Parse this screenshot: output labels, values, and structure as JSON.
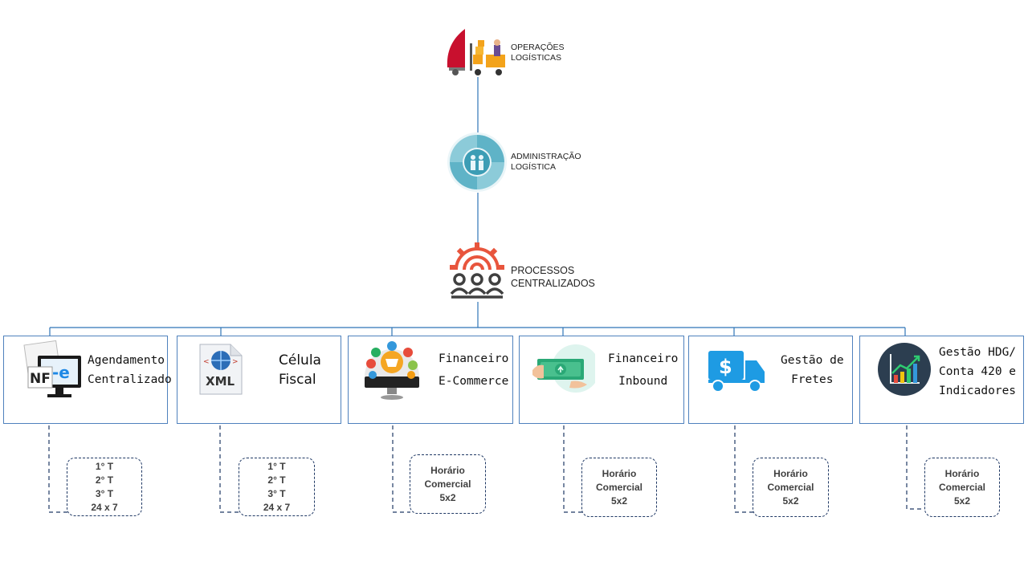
{
  "top_nodes": [
    {
      "id": "operacoes",
      "label_lines": [
        "OPERAÇÕES",
        "LOGÍSTICAS"
      ],
      "icon": "forklift-icon"
    },
    {
      "id": "administracao",
      "label_lines": [
        "ADMINISTRAÇÃO",
        "LOGÍSTICA"
      ],
      "icon": "puzzle-team-icon"
    },
    {
      "id": "processos",
      "label_lines": [
        "PROCESSOS",
        "CENTRALIZADOS"
      ],
      "icon": "gear-team-icon"
    }
  ],
  "areas": [
    {
      "title": "Agendamento\nCentralizado",
      "icon": "nfe-monitor-icon",
      "schedule": [
        "1° T",
        "2° T",
        "3° T",
        "24 x 7"
      ]
    },
    {
      "title": "Célula\nFiscal",
      "icon": "xml-document-icon",
      "schedule": [
        "1° T",
        "2° T",
        "3° T",
        "24 x 7"
      ]
    },
    {
      "title": "Financeiro\nE-Commerce",
      "icon": "ecommerce-monitor-icon",
      "schedule": [
        "Horário",
        "Comercial",
        "5x2"
      ]
    },
    {
      "title": "Financeiro\nInbound",
      "icon": "money-hand-icon",
      "schedule": [
        "Horário",
        "Comercial",
        "5x2"
      ]
    },
    {
      "title": "Gestão de\nFretes",
      "icon": "dollar-truck-icon",
      "schedule": [
        "Horário",
        "Comercial",
        "5x2"
      ]
    },
    {
      "title": "Gestão HDG/\nConta 420 e\nIndicadores",
      "icon": "growth-chart-icon",
      "schedule": [
        "Horário",
        "Comercial",
        "5x2"
      ]
    }
  ],
  "colors": {
    "box_border": "#4f81bd",
    "connector": "#2e75b6",
    "dashed": "#1f3864"
  }
}
